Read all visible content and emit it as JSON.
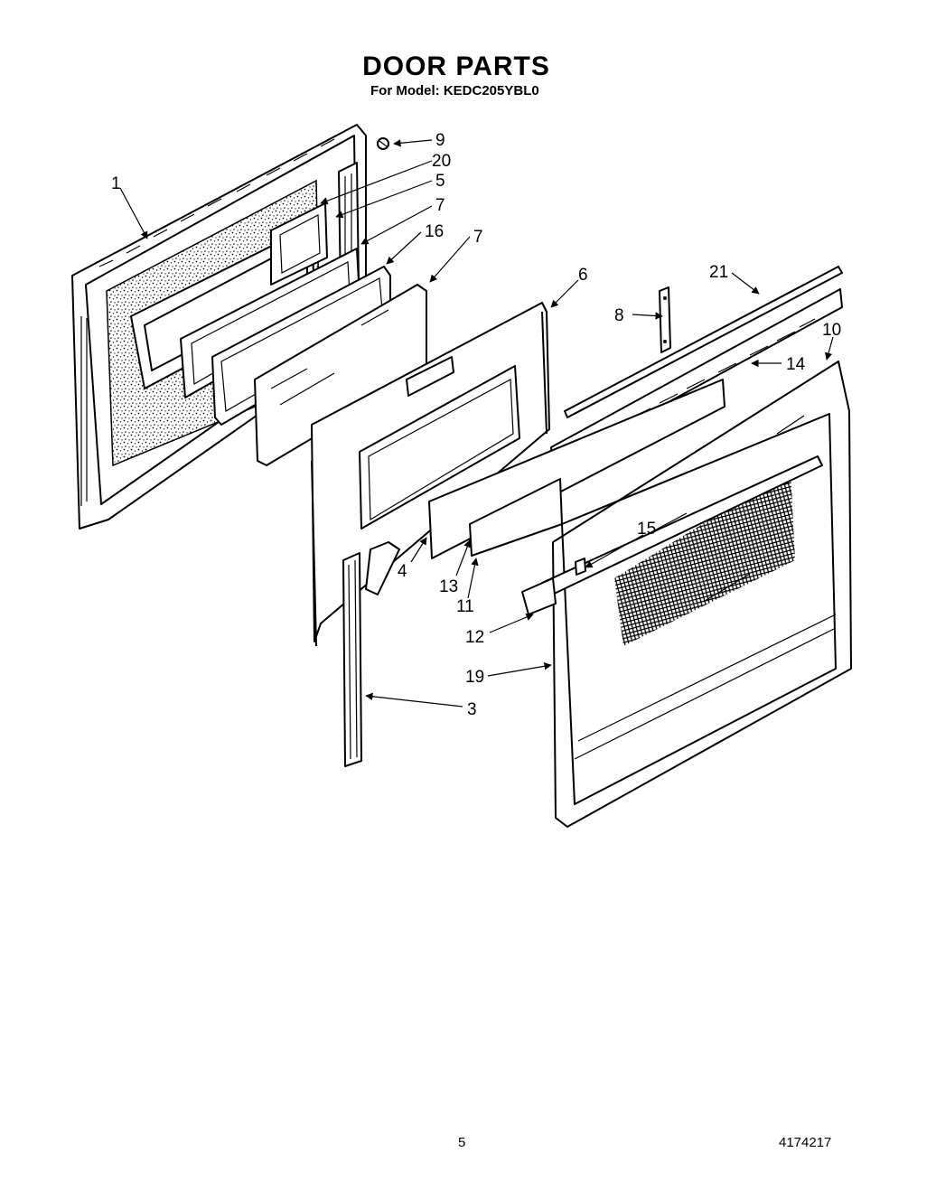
{
  "header": {
    "title": "DOOR PARTS",
    "model_line": "For Model: KEDC205YBL0"
  },
  "callouts": {
    "c1": "1",
    "c9": "9",
    "c20": "20",
    "c5": "5",
    "c7a": "7",
    "c16": "16",
    "c7b": "7",
    "c6": "6",
    "c8": "8",
    "c21": "21",
    "c10": "10",
    "c14": "14",
    "c15": "15",
    "c4": "4",
    "c13": "13",
    "c11": "11",
    "c12": "12",
    "c19": "19",
    "c3": "3"
  },
  "footer": {
    "page_number": "5",
    "doc_number": "4174217"
  }
}
